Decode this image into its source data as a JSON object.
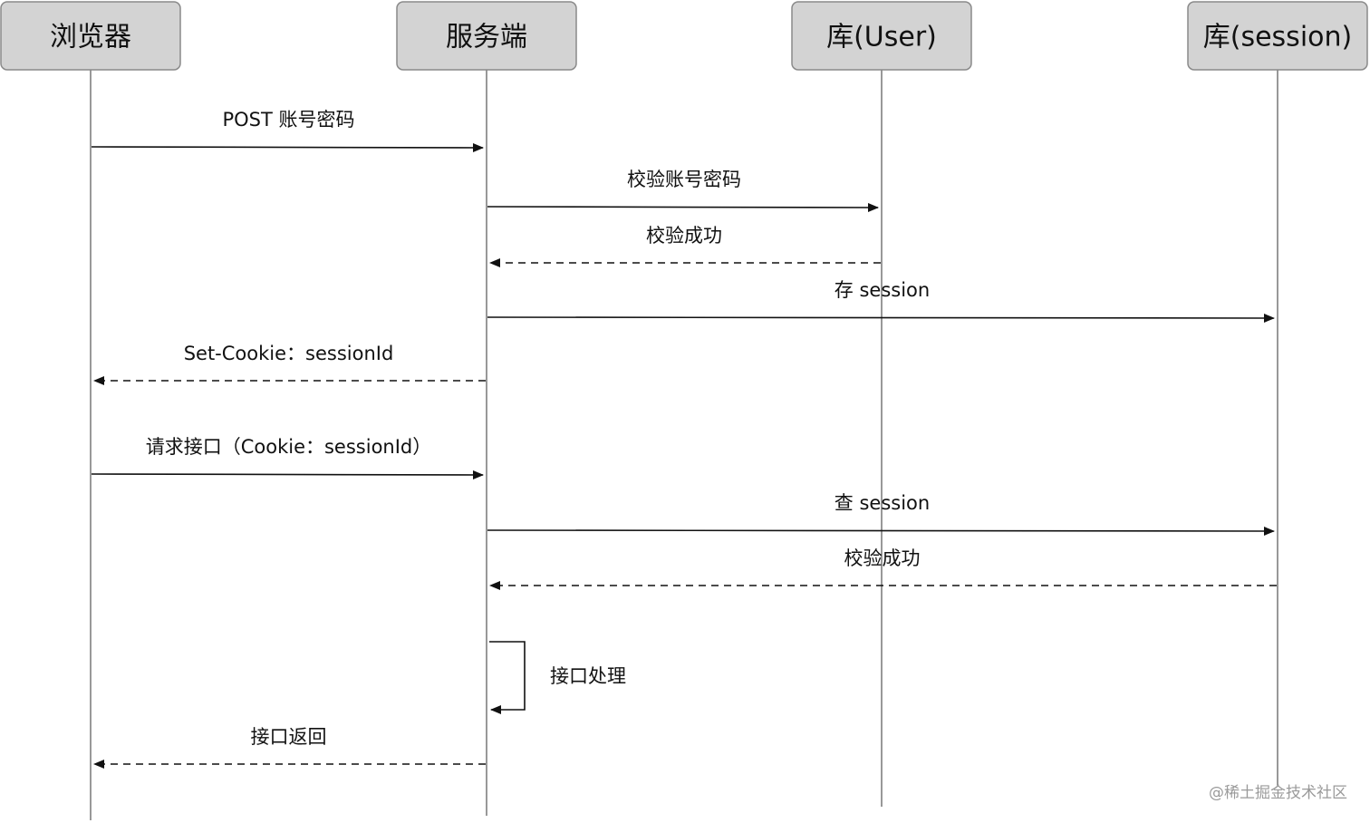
{
  "actors": [
    {
      "id": "browser",
      "label": "浏览器"
    },
    {
      "id": "server",
      "label": "服务端"
    },
    {
      "id": "user_db",
      "label": "库(User)"
    },
    {
      "id": "session_db",
      "label": "库(session)"
    }
  ],
  "messages": [
    {
      "from": "browser",
      "to": "server",
      "label": "POST 账号密码",
      "style": "solid"
    },
    {
      "from": "server",
      "to": "user_db",
      "label": "校验账号密码",
      "style": "solid"
    },
    {
      "from": "user_db",
      "to": "server",
      "label": "校验成功",
      "style": "dashed"
    },
    {
      "from": "server",
      "to": "session_db",
      "label": "存 session",
      "style": "solid"
    },
    {
      "from": "server",
      "to": "browser",
      "label": "Set-Cookie：sessionId",
      "style": "dashed"
    },
    {
      "from": "browser",
      "to": "server",
      "label": "请求接口（Cookie：sessionId）",
      "style": "solid"
    },
    {
      "from": "server",
      "to": "session_db",
      "label": "查 session",
      "style": "solid"
    },
    {
      "from": "session_db",
      "to": "server",
      "label": "校验成功",
      "style": "dashed"
    },
    {
      "from": "server",
      "to": "server",
      "label": "接口处理",
      "style": "self"
    },
    {
      "from": "server",
      "to": "browser",
      "label": "接口返回",
      "style": "dashed"
    }
  ],
  "watermark": "@稀土掘金技术社区"
}
